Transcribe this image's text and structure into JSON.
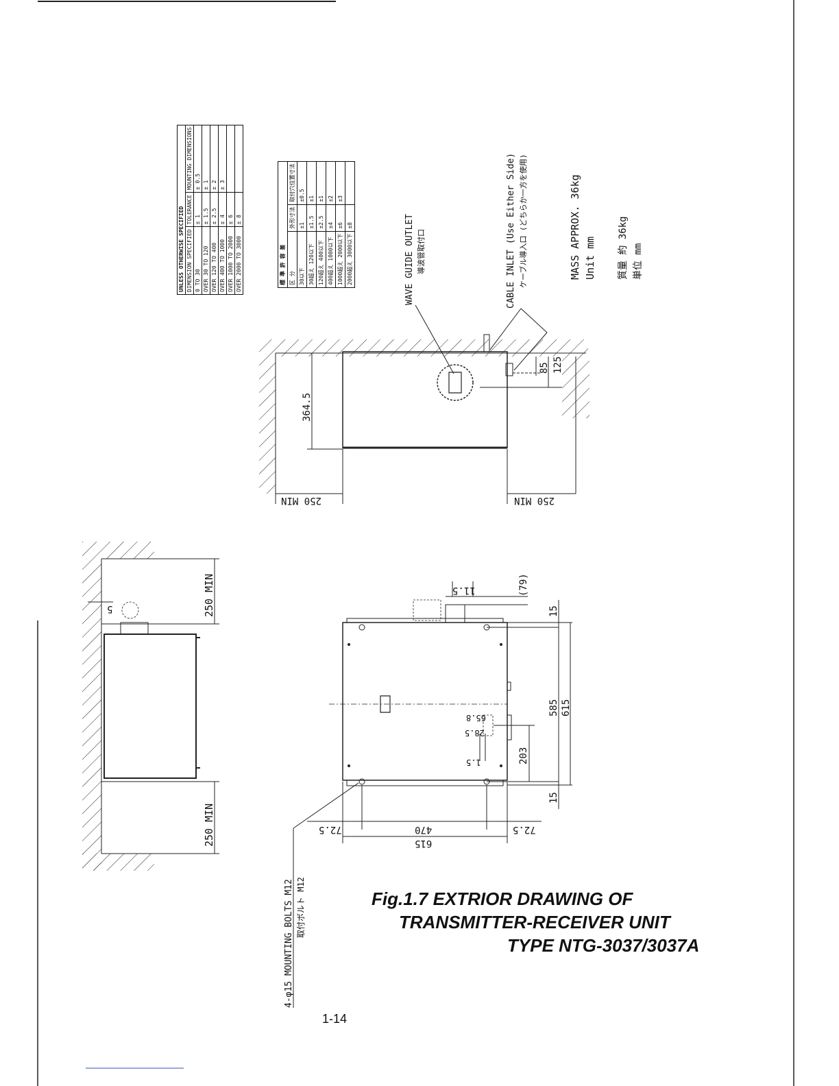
{
  "page": {
    "number": "1-14"
  },
  "caption": {
    "line1": "Fig.1.7 EXTRIOR DRAWING OF",
    "line2": "TRANSMITTER-RECEIVER UNIT",
    "line3": "TYPE NTG-3037/3037A"
  },
  "tolerance_en": {
    "title": "UNLESS OTHERWISE SPECIFIED",
    "headers": [
      "DIMENSION SPECIFIED",
      "TOLERANCE",
      "MOUNTING DIMENSIONS"
    ],
    "rows": [
      [
        "0 TO 30",
        "± 1",
        "± 0.5"
      ],
      [
        "OVER 30 TO 120",
        "± 1.5",
        "± 1"
      ],
      [
        "OVER 120 TO 400",
        "± 2.5",
        "± 2"
      ],
      [
        "OVER 400 TO 1000",
        "± 4",
        "± 3"
      ],
      [
        "OVER 1000 TO 2000",
        "± 6",
        ""
      ],
      [
        "OVER 2000 TO 3000",
        "± 8",
        ""
      ]
    ]
  },
  "tolerance_jp": {
    "title": "標 準 許 容 差",
    "headers": [
      "区 分",
      "外形寸法",
      "取付穴位置寸法"
    ],
    "rows": [
      [
        "30以下",
        "±1",
        "±0.5"
      ],
      [
        "30超え 120以下",
        "±1.5",
        "±1"
      ],
      [
        "120超え 400以下",
        "±2.5",
        "±1"
      ],
      [
        "400超え 1000以下",
        "±4",
        "±2"
      ],
      [
        "1000超え 2000以下",
        "±6",
        "±3"
      ],
      [
        "2000超え 3000以下",
        "±8",
        ""
      ]
    ]
  },
  "labels": {
    "waveguide_en": "WAVE GUIDE OUTLET",
    "waveguide_jp": "導波管取付口",
    "cable_en": "CABLE INLET (Use Either Side)",
    "cable_jp": "ケーブル導入口 (どちらか一方を使用)",
    "mass_en": "MASS APPROX. 36kg",
    "unit_en": "Unit mm",
    "mass_jp": "質量 約 36kg",
    "unit_jp": "単位 mm",
    "bolts_en": "4-φ15 MOUNTING BOLTS M12",
    "bolts_jp": "取付ボルト M12"
  },
  "dims": {
    "d364_5": "364.5",
    "d250min": "250 MIN",
    "d85": "85",
    "d125": "125",
    "d79": "(79)",
    "d11_5": "11.5",
    "d15": "15",
    "d585": "585",
    "d615": "615",
    "d203": "203",
    "d65_8": "65.8",
    "d28_5": "28.5",
    "d1_5": "1.5",
    "d72_5": "72.5",
    "d470": "470",
    "d5": "5",
    "d250minv": "250 MIN"
  }
}
